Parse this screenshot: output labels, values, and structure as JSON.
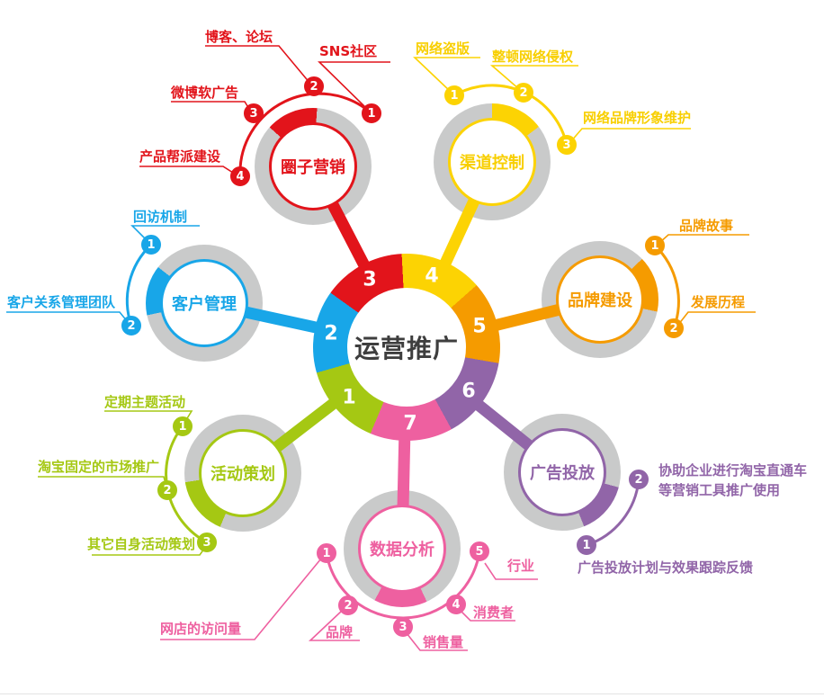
{
  "center": {
    "title": "运营推广",
    "segment_numbers": [
      "1",
      "2",
      "3",
      "4",
      "5",
      "6",
      "7"
    ]
  },
  "palette": {
    "red": "#e2141b",
    "yellow": "#fcd303",
    "orange": "#f59b00",
    "blue": "#18a6e8",
    "green": "#a5c813",
    "pink": "#ee60a0",
    "purple": "#9165a8",
    "ring_gray": "#c9caca",
    "title_text": "#3e3e3e"
  },
  "satellites": [
    {
      "name": "圈子营销",
      "color": "#e2141b",
      "items": [
        {
          "num": "1",
          "label": "SNS社区"
        },
        {
          "num": "2",
          "label": "博客、论坛"
        },
        {
          "num": "3",
          "label": "微博软广告"
        },
        {
          "num": "4",
          "label": "产品帮派建设"
        }
      ]
    },
    {
      "name": "渠道控制",
      "color": "#fcd303",
      "items": [
        {
          "num": "1",
          "label": "网络盗版"
        },
        {
          "num": "2",
          "label": "整顿网络侵权"
        },
        {
          "num": "3",
          "label": "网络品牌形象维护"
        }
      ]
    },
    {
      "name": "品牌建设",
      "color": "#f59b00",
      "items": [
        {
          "num": "1",
          "label": "品牌故事"
        },
        {
          "num": "2",
          "label": "发展历程"
        }
      ]
    },
    {
      "name": "客户管理",
      "color": "#18a6e8",
      "items": [
        {
          "num": "1",
          "label": "回访机制"
        },
        {
          "num": "2",
          "label": "客户关系管理团队"
        }
      ]
    },
    {
      "name": "活动策划",
      "color": "#a5c813",
      "items": [
        {
          "num": "1",
          "label": "定期主题活动"
        },
        {
          "num": "2",
          "label": "淘宝固定的市场推广"
        },
        {
          "num": "3",
          "label": "其它自身活动策划"
        }
      ]
    },
    {
      "name": "数据分析",
      "color": "#ee60a0",
      "items": [
        {
          "num": "1",
          "label": "网店的访问量"
        },
        {
          "num": "2",
          "label": "品牌"
        },
        {
          "num": "3",
          "label": "销售量"
        },
        {
          "num": "4",
          "label": "消费者"
        },
        {
          "num": "5",
          "label": "行业"
        }
      ]
    },
    {
      "name": "广告投放",
      "color": "#9165a8",
      "items": [
        {
          "num": "1",
          "label": "广告投放计划与效果跟踪反馈"
        },
        {
          "num": "2",
          "label": "协助企业进行淘宝直通车\n等营销工具推广使用"
        }
      ]
    }
  ]
}
